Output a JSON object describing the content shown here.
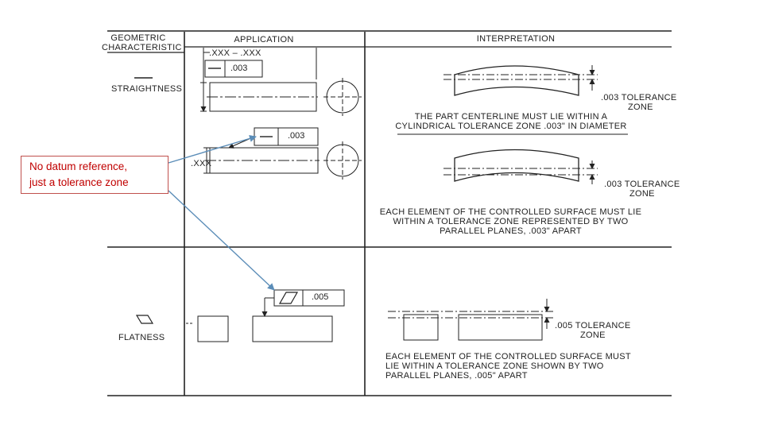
{
  "headers": {
    "characteristic_line1": "GEOMETRIC",
    "characteristic_line2": "CHARACTERISTIC",
    "application": "APPLICATION",
    "interpretation": "INTERPRETATION"
  },
  "rows": {
    "straightness": {
      "label": "STRAIGHTNESS",
      "dim_top": ".XXX – .XXX",
      "dim_side": ".XXX",
      "fcf1_value": ".003",
      "fcf2_value": ".003",
      "interp1_zone_value": ".003 TOLERANCE",
      "interp1_zone_word": "ZONE",
      "interp1_text_line1": "THE PART CENTERLINE MUST LIE WITHIN A",
      "interp1_text_line2": "CYLINDRICAL TOLERANCE ZONE .003\" IN DIAMETER",
      "interp2_zone_value": ".003 TOLERANCE",
      "interp2_zone_word": "ZONE",
      "interp2_text_line1": "EACH ELEMENT OF THE CONTROLLED SURFACE MUST LIE",
      "interp2_text_line2": "WITHIN A TOLERANCE ZONE REPRESENTED BY TWO",
      "interp2_text_line3": "PARALLEL PLANES, .003\" APART"
    },
    "flatness": {
      "label": "FLATNESS",
      "fcf_value": ".005",
      "interp_zone_value": ".005 TOLERANCE",
      "interp_zone_word": "ZONE",
      "interp_text_line1": "EACH ELEMENT OF THE CONTROLLED SURFACE MUST",
      "interp_text_line2": "LIE WITHIN A TOLERANCE ZONE SHOWN BY TWO",
      "interp_text_line3": "PARALLEL PLANES, .005\" APART"
    }
  },
  "callout": {
    "line1": "No datum reference,",
    "line2": "just a tolerance zone",
    "border_color": "#c0504d",
    "text_color": "#c00000",
    "arrow_color": "#5b8db8"
  }
}
